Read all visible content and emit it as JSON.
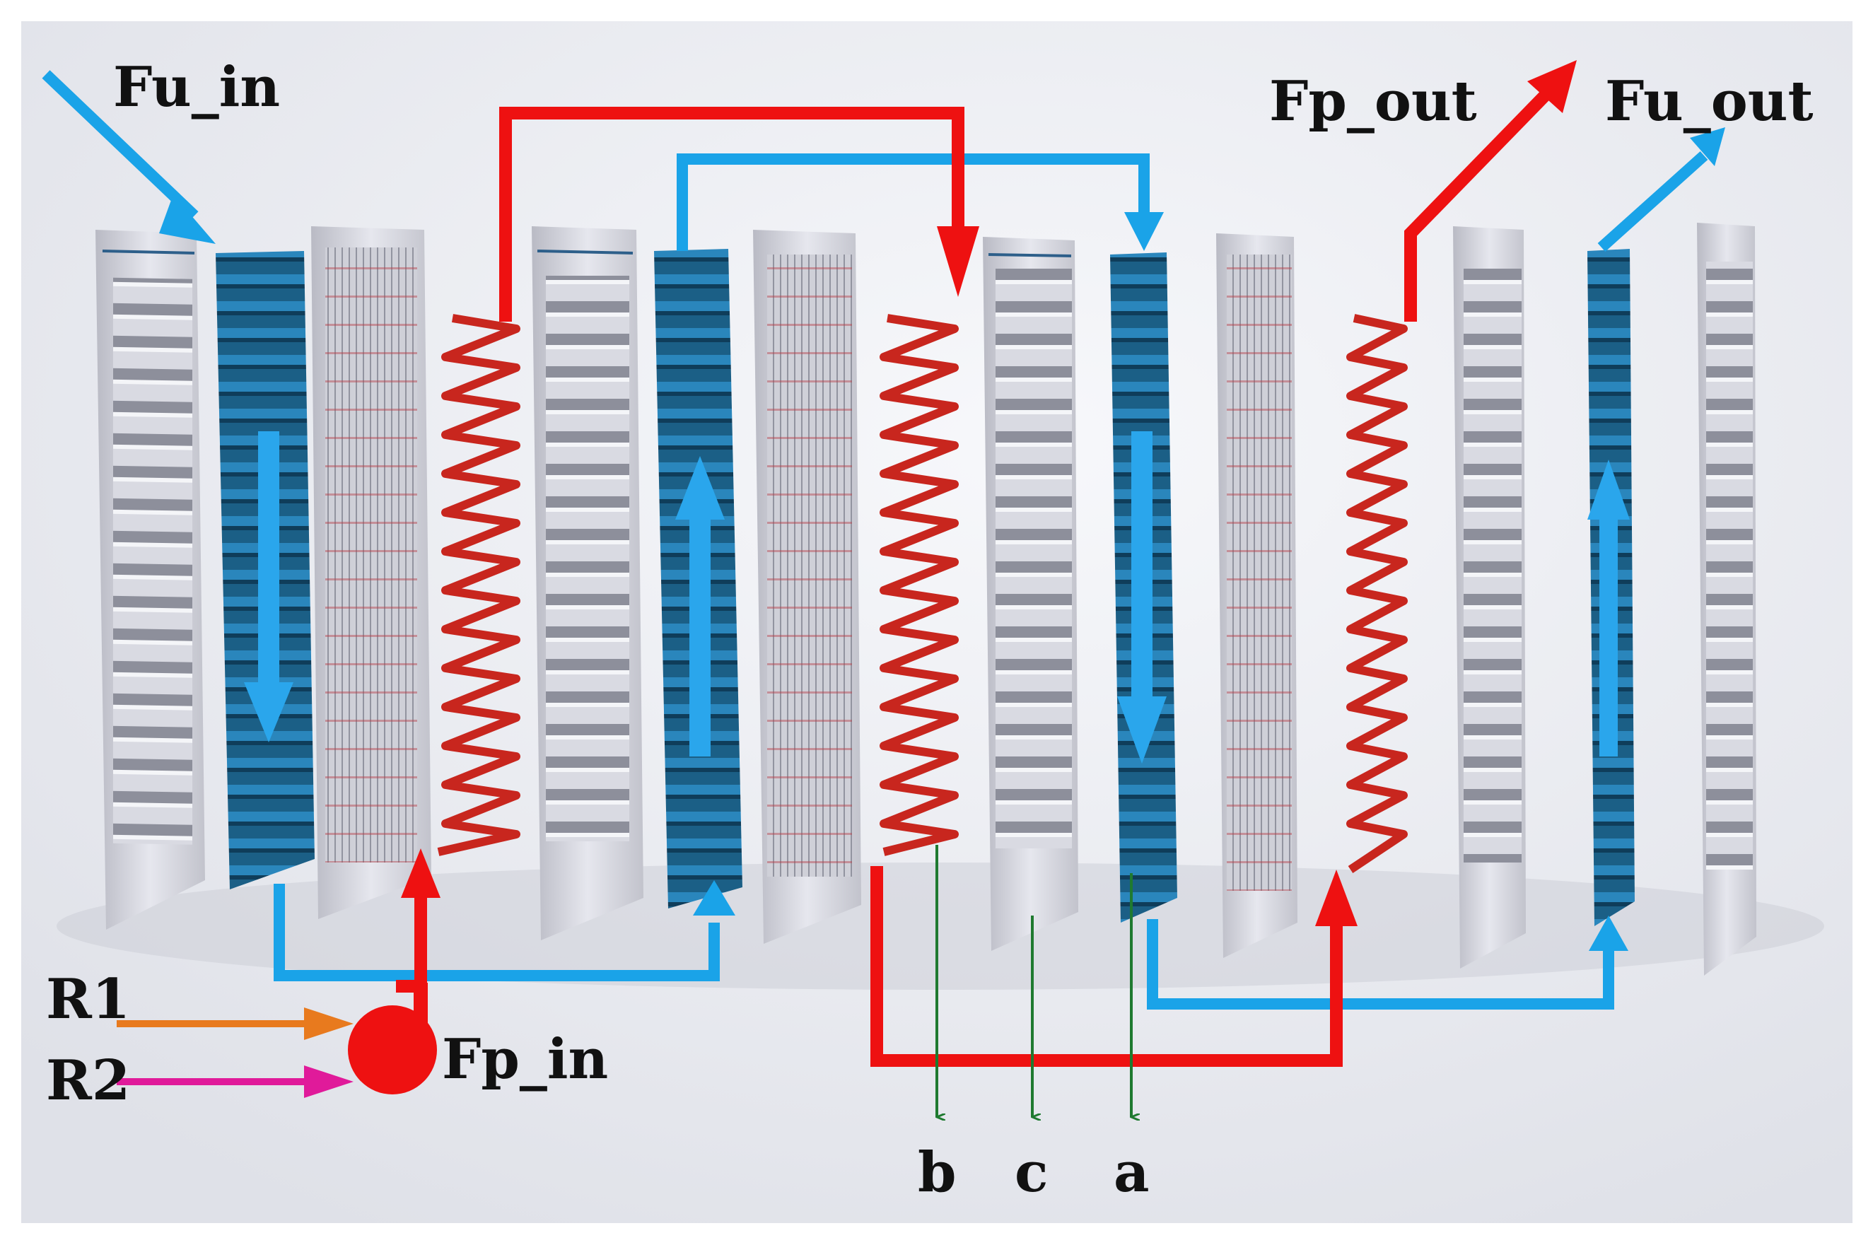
{
  "labels": {
    "fu_in": "Fu_in",
    "fp_out": "Fp_out",
    "fu_out": "Fu_out",
    "r1": "R1",
    "r2": "R2",
    "fp_in": "Fp_in",
    "b": "b",
    "c": "c",
    "a": "a"
  },
  "colors": {
    "product_flow": "#ee1111",
    "utility_flow": "#1aa3e8",
    "r1_flow": "#e87a1e",
    "r2_flow": "#e01a9a",
    "sample_flow": "#1f7a30",
    "plate": "#cfd0d8",
    "blue_channel": "#1b5f86",
    "red_coil": "#c8261e"
  }
}
